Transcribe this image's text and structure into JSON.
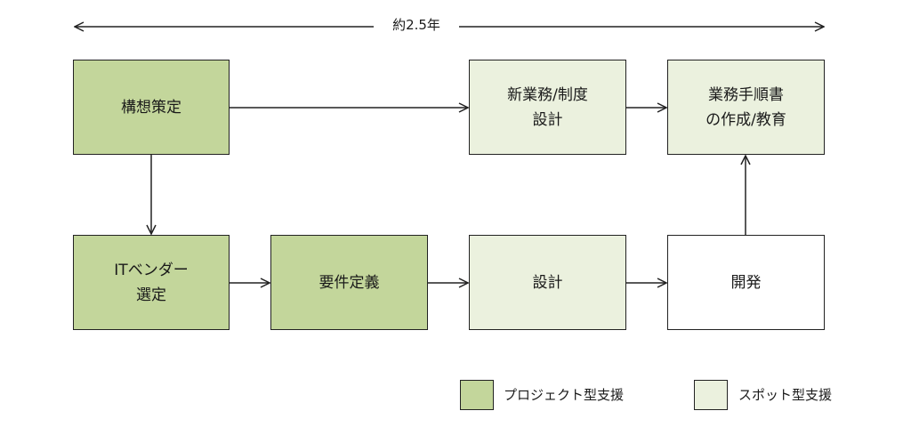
{
  "timeline": {
    "label": "約2.5年"
  },
  "nodes": {
    "planning": "構想策定",
    "new_business_design": "新業務/制度\n設計",
    "manual_training": "業務手順書\nの作成/教育",
    "it_vendor_selection": "ITベンダー\n選定",
    "requirements_definition": "要件定義",
    "design": "設計",
    "development": "開発"
  },
  "legend": {
    "project": "プロジェクト型支援",
    "spot": "スポット型支援"
  },
  "colors": {
    "project_fill": "#c3d69b",
    "spot_fill": "#ebf1de",
    "plain_fill": "#ffffff",
    "line": "#222222"
  }
}
